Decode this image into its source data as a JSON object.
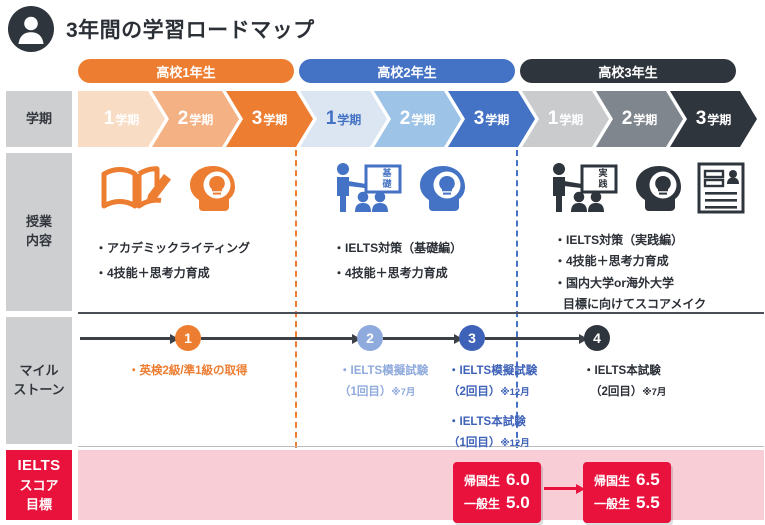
{
  "header": {
    "title": "3年間の学習ロードマップ",
    "avatar_icon": "person-avatar-icon"
  },
  "row_labels": {
    "semester": "学期",
    "content_line1": "授業",
    "content_line2": "内容",
    "milestone_line1": "マイル",
    "milestone_line2": "ストーン",
    "score_line1": "IELTS",
    "score_line2": "スコア",
    "score_line3": "目標"
  },
  "years": [
    {
      "label": "高校1年生",
      "color": "#ED7D31"
    },
    {
      "label": "高校2年生",
      "color": "#4472C4"
    },
    {
      "label": "高校3年生",
      "color": "#2F353C"
    }
  ],
  "semesters": [
    {
      "num": "1",
      "unit": "学期",
      "bg": "#F9DCC4",
      "fg": "#ffffff"
    },
    {
      "num": "2",
      "unit": "学期",
      "bg": "#F4B183",
      "fg": "#ffffff"
    },
    {
      "num": "3",
      "unit": "学期",
      "bg": "#ED7D31",
      "fg": "#ffffff"
    },
    {
      "num": "1",
      "unit": "学期",
      "bg": "#DCE6F2",
      "fg": "#4472C4"
    },
    {
      "num": "2",
      "unit": "学期",
      "bg": "#9DC3E6",
      "fg": "#ffffff"
    },
    {
      "num": "3",
      "unit": "学期",
      "bg": "#4472C4",
      "fg": "#ffffff"
    },
    {
      "num": "1",
      "unit": "学期",
      "bg": "#C9CBCD",
      "fg": "#ffffff"
    },
    {
      "num": "2",
      "unit": "学期",
      "bg": "#7F868D",
      "fg": "#ffffff"
    },
    {
      "num": "3",
      "unit": "学期",
      "bg": "#2F353C",
      "fg": "#ffffff"
    }
  ],
  "content": {
    "year1": {
      "icons": [
        "open-book-pencil-icon",
        "head-lightbulb-icon"
      ],
      "color": "#ED7D31",
      "bullets": [
        "・アカデミックライティング",
        "・4技能＋思考力育成"
      ]
    },
    "year2": {
      "icons": [
        "teacher-whiteboard-icon",
        "head-lightbulb-icon"
      ],
      "board_label": "基礎",
      "color": "#4472C4",
      "bullets": [
        "・IELTS対策（基礎編）",
        "・4技能＋思考力育成"
      ]
    },
    "year3": {
      "icons": [
        "teacher-whiteboard-icon",
        "head-lightbulb-icon",
        "document-profile-icon"
      ],
      "board_label": "実践",
      "color": "#2F353C",
      "bullets": [
        "・IELTS対策（実践編）",
        "・4技能＋思考力育成",
        "・国内大学or海外大学",
        "目標に向けてスコアメイク"
      ]
    }
  },
  "milestones": [
    {
      "num": "1",
      "color": "#ED7D31",
      "text_color": "#ED7D31",
      "lines": [
        {
          "main": "・英検2級/準1級の取得",
          "note": ""
        }
      ]
    },
    {
      "num": "2",
      "color": "#8FAADC",
      "text_color": "#8FAADC",
      "lines": [
        {
          "main": "・IELTS模擬試験",
          "note": ""
        },
        {
          "main": "（1回目）",
          "note": "※7月"
        }
      ]
    },
    {
      "num": "3",
      "color": "#3E62B8",
      "text_color": "#3E62B8",
      "lines": [
        {
          "main": "・IELTS模擬試験",
          "note": ""
        },
        {
          "main": "（2回目）",
          "note": "※12月"
        },
        {
          "main": "・IELTS本試験",
          "note": ""
        },
        {
          "main": "（1回目）",
          "note": "※12月"
        }
      ]
    },
    {
      "num": "4",
      "color": "#2F353C",
      "text_color": "#2B2F36",
      "lines": [
        {
          "main": "・IELTS本試験",
          "note": ""
        },
        {
          "main": "（2回目）",
          "note": "※7月"
        }
      ]
    }
  ],
  "score_targets": [
    {
      "rows": [
        {
          "label": "帰国生",
          "value": "6.0"
        },
        {
          "label": "一般生",
          "value": "5.0"
        }
      ]
    },
    {
      "rows": [
        {
          "label": "帰国生",
          "value": "6.5"
        },
        {
          "label": "一般生",
          "value": "5.5"
        }
      ]
    }
  ],
  "colors": {
    "orange": "#ED7D31",
    "blue": "#4472C4",
    "dark": "#2F353C",
    "red": "#e8123c",
    "pink_band": "#f9cdd6"
  }
}
